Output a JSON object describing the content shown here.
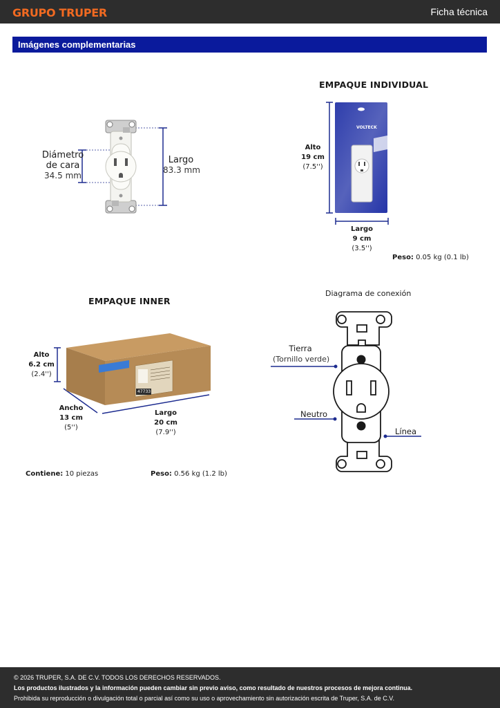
{
  "header": {
    "logo": "GRUPO TRUPER",
    "doc_type": "Ficha técnica"
  },
  "section": {
    "title": "Imágenes complementarias"
  },
  "product": {
    "diameter_label_1": "Diámetro",
    "diameter_label_2": "de cara",
    "diameter_value": "34.5 mm",
    "length_label": "Largo",
    "length_value": "83.3 mm"
  },
  "individual_pack": {
    "title": "EMPAQUE INDIVIDUAL",
    "brand": "VOLTECK",
    "alto_label": "Alto",
    "alto_cm": "19 cm",
    "alto_in": "(7.5'')",
    "largo_label": "Largo",
    "largo_cm": "9 cm",
    "largo_in": "(3.5'')",
    "peso_label": "Peso:",
    "peso_value": "0.05 kg (0.1 lb)"
  },
  "inner_pack": {
    "title": "EMPAQUE INNER",
    "alto_label": "Alto",
    "alto_cm": "6.2 cm",
    "alto_in": "(2.4'')",
    "ancho_label": "Ancho",
    "ancho_cm": "13 cm",
    "ancho_in": "(5'')",
    "largo_label": "Largo",
    "largo_cm": "20 cm",
    "largo_in": "(7.9'')",
    "box_code": "47733",
    "contiene_label": "Contiene:",
    "contiene_value": "10 piezas",
    "peso_label": "Peso:",
    "peso_value": "0.56 kg (1.2 lb)"
  },
  "diagram": {
    "title": "Diagrama de conexión",
    "tierra": "Tierra",
    "tierra_sub": "(Tornillo verde)",
    "neutro": "Neutro",
    "linea": "Línea"
  },
  "footer": {
    "copyright": "© 2026 TRUPER, S.A. DE C.V. TODOS LOS DERECHOS RESERVADOS.",
    "notice": "Los productos ilustrados y la información pueden cambiar sin previo aviso, como resultado de nuestros procesos de mejora continua.",
    "prohibition": "Prohibida su reproducción o divulgación total o parcial así como su uso o aprovechamiento sin autorización escrita de Truper, S.A. de C.V."
  },
  "colors": {
    "topbar": "#2d2d2d",
    "logo": "#f26a21",
    "section_bar": "#0a1a9c",
    "dimension_lines": "#1c2b8f",
    "package_blue": "#2535a8",
    "box_kraft": "#b48a55"
  }
}
